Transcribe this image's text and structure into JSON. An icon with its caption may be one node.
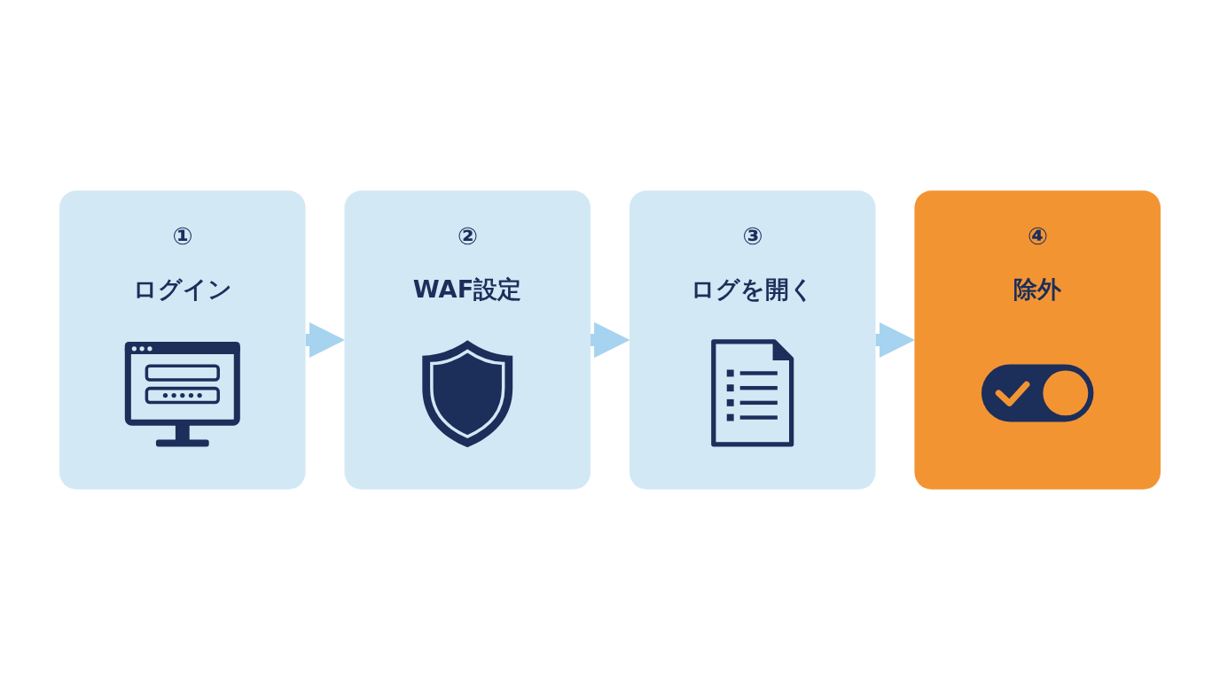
{
  "diagram": {
    "nodes": [
      {
        "text": [
          "①",
          "ログイン"
        ]
      },
      {
        "text": [
          "②",
          "WAF設定"
        ]
      },
      {
        "text": [
          "③",
          "ログを開く"
        ]
      },
      {
        "text": [
          "④",
          "除外"
        ]
      }
    ],
    "edges": [
      {
        "from": 0,
        "to": 1,
        "arrow": "to"
      },
      {
        "from": 1,
        "to": 2,
        "arrow": "to"
      },
      {
        "from": 2,
        "to": 3,
        "arrow": "to"
      }
    ]
  }
}
